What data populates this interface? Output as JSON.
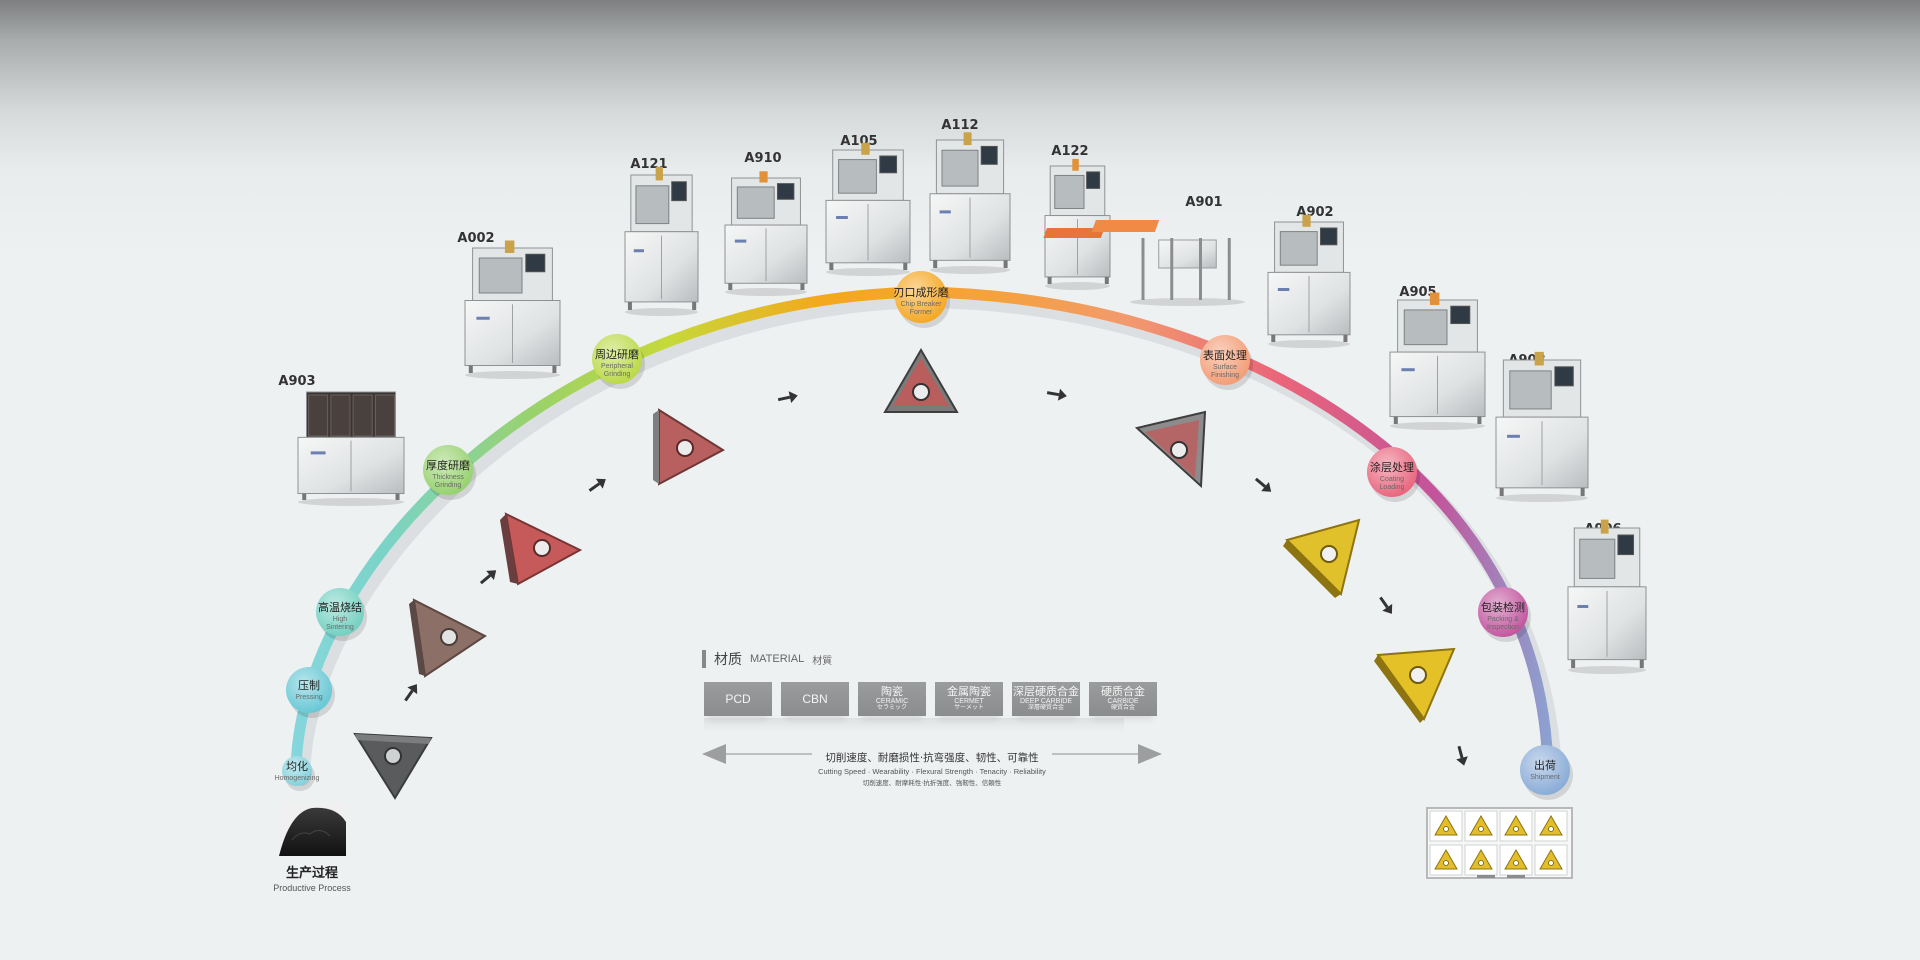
{
  "machines": [
    {
      "id": "a903",
      "label": "A903"
    },
    {
      "id": "a002",
      "label": "A002"
    },
    {
      "id": "a121",
      "label": "A121"
    },
    {
      "id": "a910",
      "label": "A910"
    },
    {
      "id": "a105",
      "label": "A105"
    },
    {
      "id": "a112",
      "label": "A112"
    },
    {
      "id": "a122",
      "label": "A122"
    },
    {
      "id": "a901",
      "label": "A901"
    },
    {
      "id": "a902",
      "label": "A902"
    },
    {
      "id": "a905",
      "label": "A905"
    },
    {
      "id": "a908",
      "label": "A908"
    },
    {
      "id": "a906",
      "label": "A906"
    }
  ],
  "process_nodes": [
    {
      "id": "homogenizing",
      "cn": "均化",
      "en": "Homogenizing",
      "color": "#7fd0db"
    },
    {
      "id": "pressing",
      "cn": "压制",
      "en": "Pressing",
      "color": "#63c6d4"
    },
    {
      "id": "high-sintering",
      "cn": "高温烧结",
      "en": "High Sintering",
      "color": "#6fcfbf"
    },
    {
      "id": "thickness-grinding",
      "cn": "厚度研磨",
      "en": "Thickness Grinding",
      "color": "#94d06a"
    },
    {
      "id": "peripheral-grinding",
      "cn": "周边研磨",
      "en": "Peripheral Grinding",
      "color": "#b9d843"
    },
    {
      "id": "chip-breaker",
      "cn": "刃口成形磨",
      "en": "Chip Breaker Former",
      "color": "#f5a51c"
    },
    {
      "id": "surface-finishing",
      "cn": "表面处理",
      "en": "Surface Finishing",
      "color": "#f39a72"
    },
    {
      "id": "coating",
      "cn": "涂层处理",
      "en": "Coating Loading",
      "color": "#e8617a"
    },
    {
      "id": "packing",
      "cn": "包装检测",
      "en": "Packing & Inspection",
      "color": "#c0519c"
    },
    {
      "id": "shipment",
      "cn": "出荷",
      "en": "Shipment",
      "color": "#86a9d6"
    }
  ],
  "process_label": {
    "cn": "生产过程",
    "en": "Productive Process"
  },
  "material": {
    "title_cn": "材质",
    "title_en": "MATERIAL",
    "title_jp": "材質",
    "grades": [
      {
        "cn": "PCD",
        "en": "",
        "jp": ""
      },
      {
        "cn": "CBN",
        "en": "",
        "jp": ""
      },
      {
        "cn": "陶瓷",
        "en": "CERAMIC",
        "jp": "セラミック"
      },
      {
        "cn": "金属陶瓷",
        "en": "CERMET",
        "jp": "サーメット"
      },
      {
        "cn": "深层硬质合金",
        "en": "DEEP CARBIDE",
        "jp": "深層硬質合金"
      },
      {
        "cn": "硬质合金",
        "en": "CARBIDE",
        "jp": "硬質合金"
      }
    ],
    "axis_cn": "切削速度、耐磨损性·抗弯强度、韧性、可靠性",
    "axis_en": "Cutting Speed · Wearability · Flexural Strength · Tenacity · Reliability",
    "axis_jp": "切削速度、耐摩耗性·抗折強度、強靭性、信頼性"
  }
}
